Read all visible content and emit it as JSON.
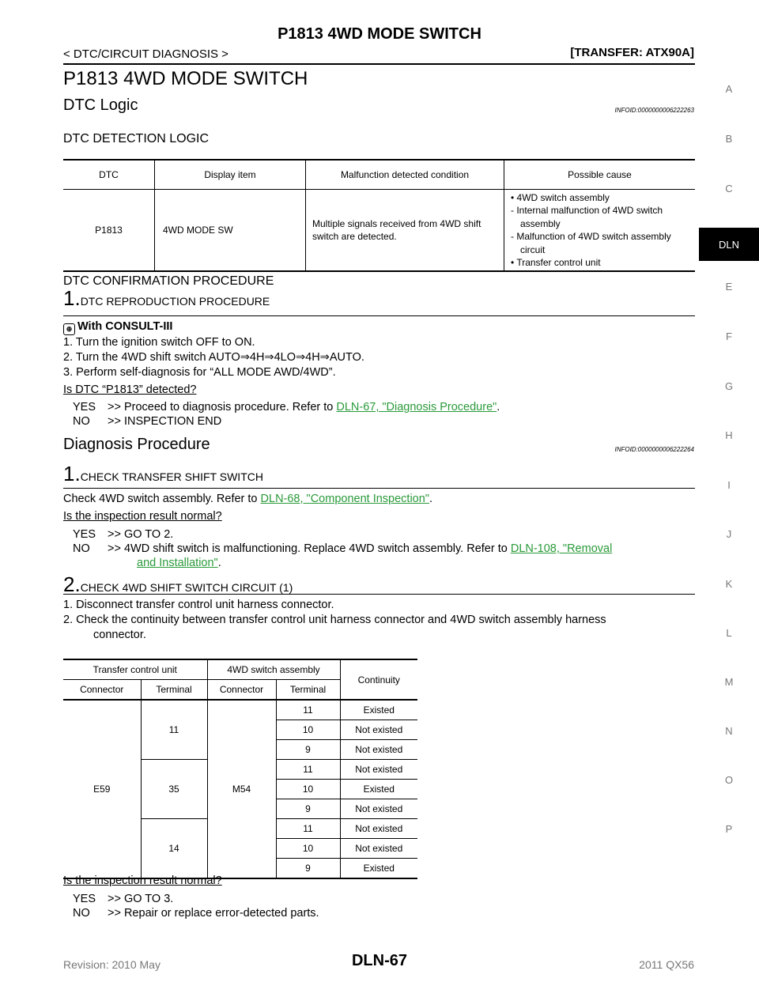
{
  "header": {
    "title": "P1813 4WD MODE SWITCH",
    "left": "< DTC/CIRCUIT DIAGNOSIS >",
    "right": "[TRANSFER: ATX90A]"
  },
  "side_index": {
    "letters": [
      "A",
      "B",
      "C",
      "DLN",
      "E",
      "F",
      "G",
      "H",
      "I",
      "J",
      "K",
      "L",
      "M",
      "N",
      "O",
      "P"
    ],
    "active": "DLN"
  },
  "page_title": "P1813 4WD MODE SWITCH",
  "dtc_logic": {
    "heading": "DTC Logic",
    "infoid": "INFOID:0000000006222263",
    "detection_logic": "DTC DETECTION LOGIC",
    "table": {
      "headers": [
        "DTC",
        "Display item",
        "Malfunction detected condition",
        "Possible cause"
      ],
      "row": {
        "dtc": "P1813",
        "display": "4WD MODE SW",
        "condition_1": "Multiple signals received from 4WD shift",
        "condition_2": "switch are detected.",
        "cause_1": "• 4WD switch assembly",
        "cause_2": "- Internal malfunction of 4WD switch",
        "cause_3": "assembly",
        "cause_4": "- Malfunction of 4WD switch assembly",
        "cause_5": "circuit",
        "cause_6": "• Transfer control unit"
      }
    },
    "confirmation": "DTC CONFIRMATION PROCEDURE",
    "step1": {
      "num": "1.",
      "title": "DTC REPRODUCTION PROCEDURE",
      "consult": "With CONSULT-III",
      "items": [
        "1.   Turn the ignition switch OFF to ON.",
        "2.   Turn the 4WD shift switch AUTO⇒4H⇒4LO⇒4H⇒AUTO.",
        "3.   Perform self-diagnosis for “ALL MODE AWD/4WD”."
      ],
      "question": "Is DTC “P1813” detected?",
      "yes_label": "YES",
      "yes_text": ">> Proceed to diagnosis procedure. Refer to",
      "yes_link": "DLN-67, \"Diagnosis Procedure\"",
      "no_label": "NO",
      "no_text": ">> INSPECTION END"
    }
  },
  "diagnosis": {
    "heading": "Diagnosis Procedure",
    "infoid": "INFOID:0000000006222264",
    "step1": {
      "num": "1.",
      "title": "CHECK TRANSFER SHIFT SWITCH",
      "text": "Check 4WD switch assembly. Refer to",
      "link": "DLN-68, \"Component Inspection\"",
      "question": "Is the inspection result normal?",
      "yes_label": "YES",
      "yes_text": ">> GO TO 2.",
      "no_label": "NO",
      "no_text": ">> 4WD shift switch is malfunctioning. Replace 4WD switch assembly. Refer to",
      "no_link_1": "DLN-108, \"Removal",
      "no_link_2": "and Installation\""
    },
    "step2": {
      "num": "2.",
      "title": "CHECK 4WD SHIFT SWITCH CIRCUIT (1)",
      "item1": "1.   Disconnect transfer control unit harness connector.",
      "item2a": "2.   Check the continuity between transfer control unit harness connector and 4WD switch assembly harness",
      "item2b": "connector.",
      "table": {
        "group1": "Transfer control unit",
        "group2": "4WD switch assembly",
        "continuity": "Continuity",
        "sub": [
          "Connector",
          "Terminal",
          "Connector",
          "Terminal"
        ],
        "tcu_connector": "E59",
        "sw_connector": "M54",
        "groups": [
          {
            "terminal": "11",
            "rows": [
              [
                "11",
                "Existed"
              ],
              [
                "10",
                "Not existed"
              ],
              [
                "9",
                "Not existed"
              ]
            ]
          },
          {
            "terminal": "35",
            "rows": [
              [
                "11",
                "Not existed"
              ],
              [
                "10",
                "Existed"
              ],
              [
                "9",
                "Not existed"
              ]
            ]
          },
          {
            "terminal": "14",
            "rows": [
              [
                "11",
                "Not existed"
              ],
              [
                "10",
                "Not existed"
              ],
              [
                "9",
                "Existed"
              ]
            ]
          }
        ]
      },
      "question": "Is the inspection result normal?",
      "yes_label": "YES",
      "yes_text": ">> GO TO 3.",
      "no_label": "NO",
      "no_text": ">> Repair or replace error-detected parts."
    }
  },
  "footer": {
    "left": "Revision: 2010 May",
    "center": "DLN-67",
    "right": "2011 QX56"
  }
}
